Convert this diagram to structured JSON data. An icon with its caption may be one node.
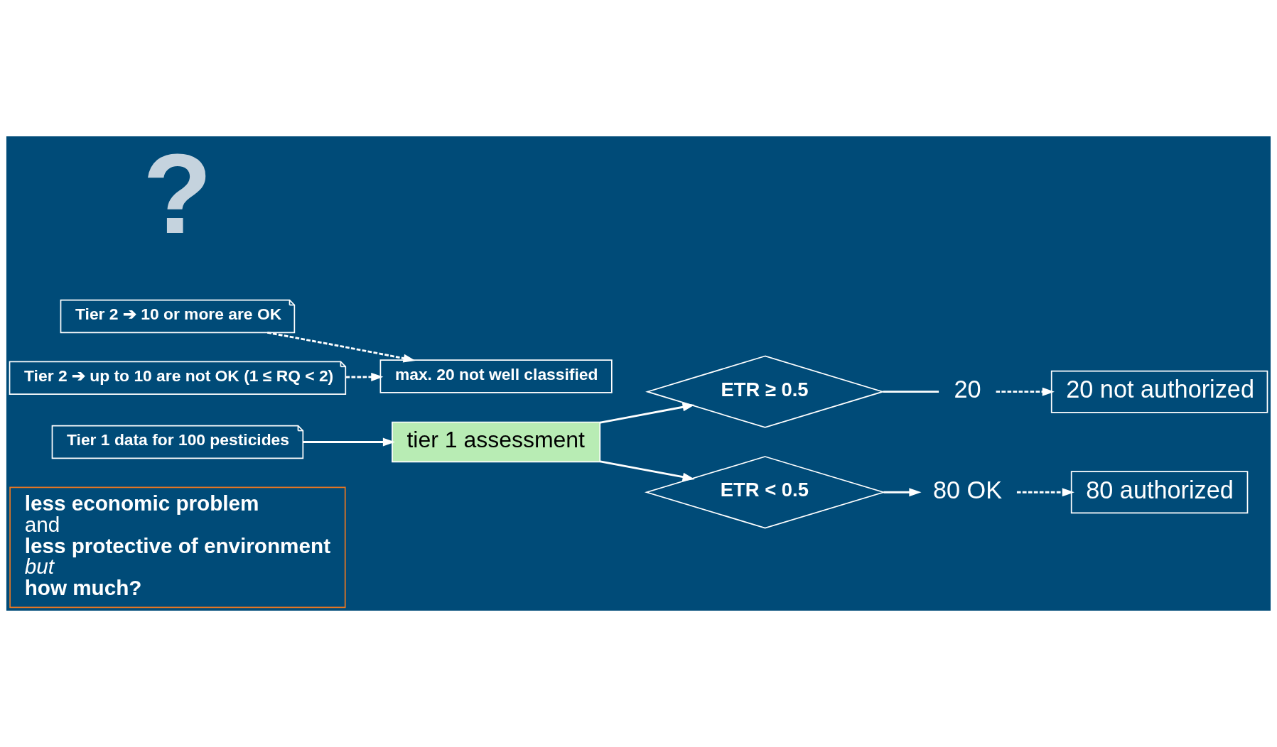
{
  "diagram": {
    "nodes": [
      {
        "text": [
          "less economic problem",
          "and",
          "less protective of environment",
          "but",
          "how much?"
        ]
      },
      {
        "text": [
          "20 not authorized"
        ]
      },
      {
        "text": [
          "80 authorized"
        ]
      },
      {
        "text": [
          "Tier 2 ➔ 10 or more are OK"
        ]
      },
      {
        "text": [
          "max. 20 not well classified"
        ]
      },
      {
        "text": [
          "Tier 2 ➔ up to 10 are not OK (1 ≤ RQ < 2)"
        ]
      },
      {
        "text": [
          "20"
        ]
      },
      {
        "text": [
          "ETR ≥ 0.5"
        ]
      },
      {
        "text": [
          "Tier 1 data for 100 pesticides"
        ]
      },
      {
        "text": [
          "tier 1 assessment"
        ]
      },
      {
        "text": [
          "ETR < 0.5"
        ]
      },
      {
        "text": [
          "80 OK"
        ]
      }
    ],
    "edges": [
      {
        "from": 8,
        "to": 9,
        "arrow": "to"
      },
      {
        "from": 9,
        "to": 7,
        "arrow": "to"
      },
      {
        "from": 7,
        "to": 6,
        "arrow": "none"
      },
      {
        "from": 6,
        "to": 1,
        "arrow": "to",
        "style": "dashed"
      },
      {
        "from": 9,
        "to": 10,
        "arrow": "to"
      },
      {
        "from": 10,
        "to": 11,
        "arrow": "to"
      },
      {
        "from": 11,
        "to": 2,
        "arrow": "to",
        "style": "dashed"
      },
      {
        "from": 3,
        "to": 4,
        "arrow": "to",
        "style": "dashed"
      },
      {
        "from": 5,
        "to": 4,
        "arrow": "to",
        "style": "dashed"
      }
    ],
    "labels": [
      "?"
    ]
  }
}
